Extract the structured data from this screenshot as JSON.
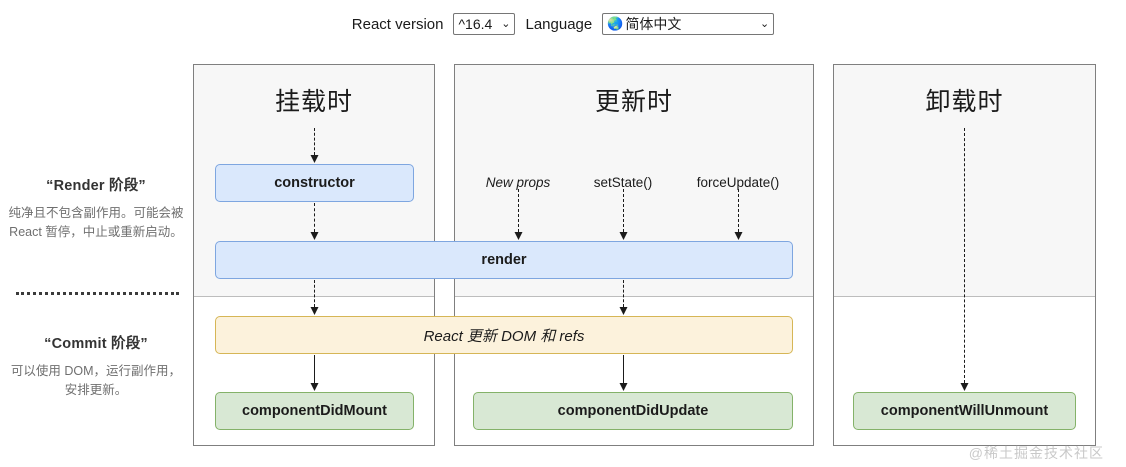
{
  "controls": {
    "version_label": "React version",
    "version_value": "^16.4",
    "language_label": "Language",
    "language_value": "简体中文",
    "language_icon": "globe-icon",
    "globe_glyph": "🌏",
    "caret_glyph": "⌄"
  },
  "legend": {
    "render": {
      "title": "“Render 阶段”",
      "desc": "纯净且不包含副作用。可能会被 React 暂停，中止或重新启动。"
    },
    "commit": {
      "title": "“Commit 阶段”",
      "desc": "可以使用 DOM，运行副作用，安排更新。"
    }
  },
  "panels": {
    "mount": {
      "title": "挂载时"
    },
    "update": {
      "title": "更新时"
    },
    "unmount": {
      "title": "卸载时"
    }
  },
  "nodes": {
    "constructor": "constructor",
    "render": "render",
    "react_updates_dom": "React 更新 DOM 和 refs",
    "component_did_mount": "componentDidMount",
    "component_did_update": "componentDidUpdate",
    "component_will_unmount": "componentWillUnmount"
  },
  "triggers": {
    "new_props": "New props",
    "set_state": "setState()",
    "force_update": "forceUpdate()"
  },
  "watermark": "@稀土掘金技术社区",
  "colors": {
    "blue_fill": "#dae8fc",
    "blue_border": "#7ea6e0",
    "green_fill": "#d8e8d4",
    "green_border": "#84b269",
    "orange_fill": "#fcf2dc",
    "orange_border": "#d6b656",
    "panel_top_fill": "#f7f7f7",
    "panel_border": "#7f7f7f"
  }
}
